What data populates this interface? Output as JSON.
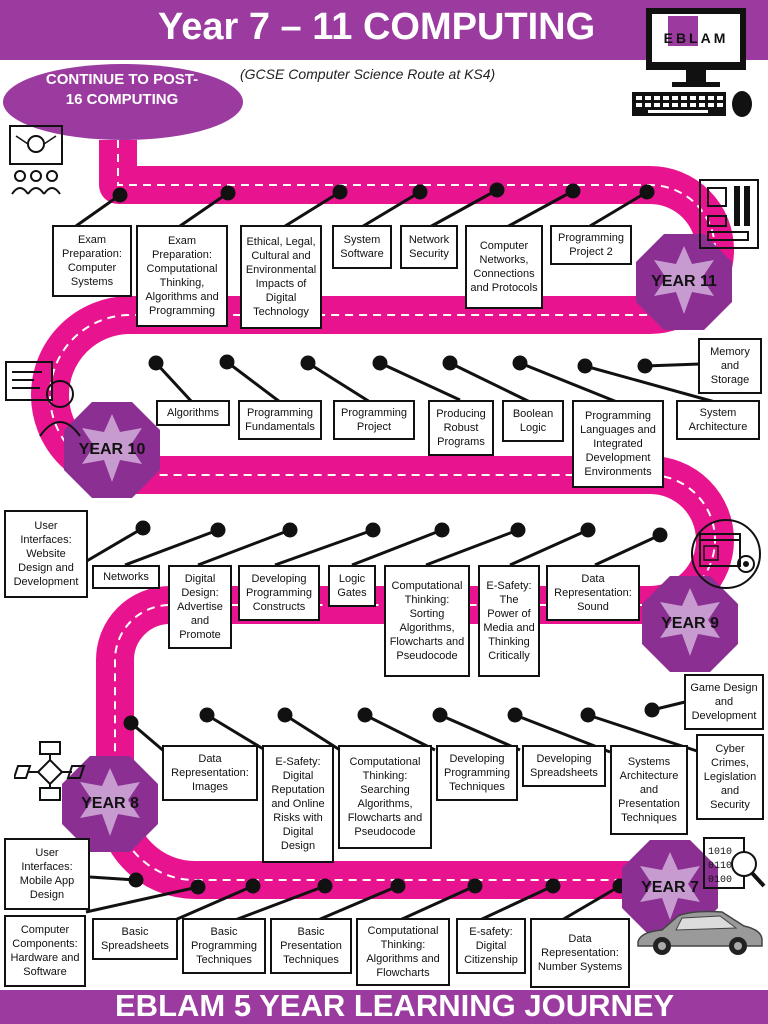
{
  "header": {
    "title": "Year 7 – 11 COMPUTING",
    "subtitle": "(GCSE Computer Science Route at KS4)",
    "logo_text": "EBLAM"
  },
  "footer": {
    "title": "EBLAM 5 YEAR LEARNING JOURNEY"
  },
  "continue": {
    "label": "CONTINUE TO POST-16 COMPUTING"
  },
  "colors": {
    "banner": "#9b3a9f",
    "road": "#e8148f",
    "badge": "#8b2f92",
    "badge_inner": "#c79bd0"
  },
  "years": {
    "year11": "YEAR 11",
    "year10": "YEAR 10",
    "year9": "YEAR 9",
    "year8": "YEAR 8",
    "year7": "YEAR 7"
  },
  "topics": {
    "y11": [
      "Exam Preparation: Computer Systems",
      "Exam Preparation: Computational Thinking, Algorithms and Programming",
      "Ethical, Legal, Cultural and Environmental Impacts of Digital Technology",
      "System Software",
      "Network Security",
      "Computer Networks, Connections and Protocols",
      "Programming Project 2"
    ],
    "y10": [
      "Memory and Storage",
      "Algorithms",
      "Programming Fundamentals",
      "Programming Project",
      "Producing Robust Programs",
      "Boolean Logic",
      "Programming Languages and Integrated Development Environments",
      "System Architecture"
    ],
    "y9": [
      "User Interfaces: Website Design and Development",
      "Networks",
      "Digital Design: Advertise and Promote",
      "Developing Programming Constructs",
      "Logic Gates",
      "Computational Thinking: Sorting Algorithms, Flowcharts and Pseudocode",
      "E-Safety: The Power of Media and Thinking Critically",
      "Data Representation: Sound"
    ],
    "y8": [
      "Game Design and Development",
      "Data Representation: Images",
      "E-Safety: Digital Reputation and Online Risks with Digital Design",
      "Computational Thinking: Searching Algorithms, Flowcharts and Pseudocode",
      "Developing Programming Techniques",
      "Developing Spreadsheets",
      "Systems Architecture and Presentation Techniques",
      "Cyber Crimes, Legislation and Security"
    ],
    "y7": [
      "User Interfaces: Mobile App Design",
      "Computer Components: Hardware and Software",
      "Basic Spreadsheets",
      "Basic Programming Techniques",
      "Basic Presentation Techniques",
      "Computational Thinking: Algorithms and Flowcharts",
      "E-safety: Digital Citizenship",
      "Data Representation: Number Systems"
    ]
  },
  "icons": [
    "teacher-presentation-icon",
    "monitor-keyboard-mouse-icon",
    "motherboard-icon",
    "programmer-icon",
    "web-design-icon",
    "flowchart-icon",
    "binary-magnifier-icon",
    "car-icon"
  ]
}
